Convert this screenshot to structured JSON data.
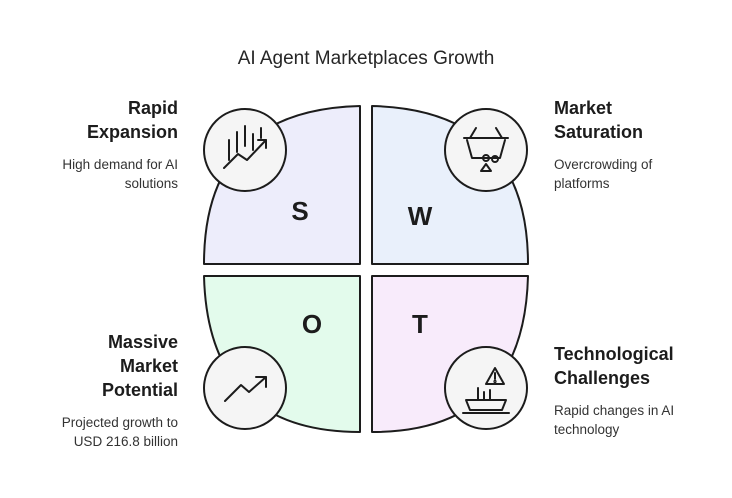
{
  "title": "AI Agent Marketplaces Growth",
  "quadrants": {
    "s": {
      "letter": "S",
      "heading_lines": [
        "Rapid",
        "Expansion"
      ],
      "desc_lines": [
        "High demand for AI",
        "solutions"
      ],
      "fill": "#ededfb",
      "icon": "bar-chart-trend-icon"
    },
    "w": {
      "letter": "W",
      "heading_lines": [
        "Market",
        "Saturation"
      ],
      "desc_lines": [
        "Overcrowding of",
        "platforms"
      ],
      "fill": "#e9f0fb",
      "icon": "basket-icon"
    },
    "o": {
      "letter": "O",
      "heading_lines": [
        "Massive",
        "Market",
        "Potential"
      ],
      "desc_lines": [
        "Projected growth to",
        "USD 216.8 billion"
      ],
      "fill": "#e3fbec",
      "icon": "trend-up-icon"
    },
    "t": {
      "letter": "T",
      "heading_lines": [
        "Technological",
        "Challenges"
      ],
      "desc_lines": [
        "Rapid changes in AI",
        "technology"
      ],
      "fill": "#f8ebfb",
      "icon": "warning-ship-icon"
    }
  },
  "colors": {
    "stroke": "#1c1c1c",
    "icon_bg": "#f5f5f5"
  }
}
